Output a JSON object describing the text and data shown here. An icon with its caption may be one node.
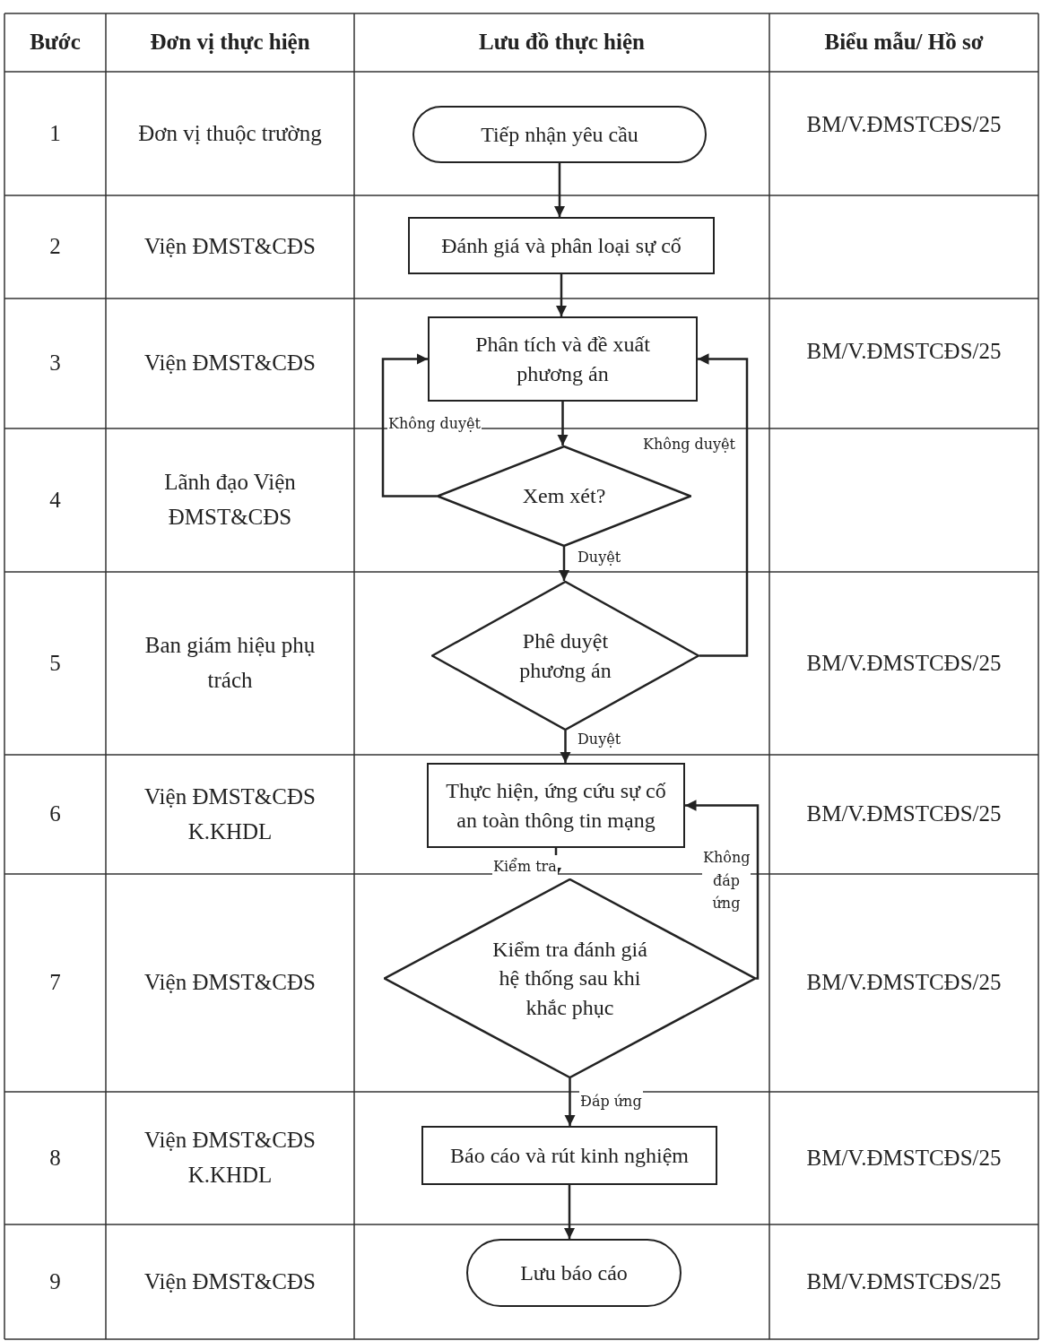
{
  "diagram": {
    "nodes": [
      {
        "text": [
          "Tiếp nhận yêu cầu"
        ]
      },
      {
        "text": [
          "Đánh giá và phân loại sự cố"
        ]
      },
      {
        "text": [
          "Phân tích và đề xuất phương án"
        ]
      },
      {
        "text": [
          "Xem xét?"
        ]
      },
      {
        "text": [
          "Phê duyệt phương án"
        ]
      },
      {
        "text": [
          "Thực hiện, ứng cứu sự cố an toàn thông tin mạng"
        ]
      },
      {
        "text": [
          "Kiểm tra đánh giá hệ thống sau khi khắc phục"
        ]
      },
      {
        "text": [
          "Báo cáo và rút kinh nghiệm"
        ]
      },
      {
        "text": [
          "Lưu báo cáo"
        ]
      }
    ],
    "edges": [
      {
        "from": 0,
        "to": 1,
        "arrow": "to"
      },
      {
        "from": 1,
        "to": 2,
        "arrow": "to"
      },
      {
        "from": 2,
        "to": 3,
        "arrow": "to"
      },
      {
        "from": 3,
        "to": 2,
        "arrow": "to",
        "label": "Không duyệt"
      },
      {
        "from": 3,
        "to": 4,
        "arrow": "to",
        "label": "Duyệt"
      },
      {
        "from": 4,
        "to": 2,
        "arrow": "to",
        "label": "Không duyệt"
      },
      {
        "from": 4,
        "to": 5,
        "arrow": "to",
        "label": "Duyệt"
      },
      {
        "from": 5,
        "to": 6,
        "arrow": "to",
        "label": "Kiểm tra"
      },
      {
        "from": 6,
        "to": 5,
        "arrow": "to",
        "label": "Không đáp ứng"
      },
      {
        "from": 6,
        "to": 7,
        "arrow": "to",
        "label": "Đáp ứng"
      },
      {
        "from": 7,
        "to": 8,
        "arrow": "to"
      }
    ],
    "labels": [
      "Bước",
      "Đơn vị thực hiện",
      "Lưu đồ thực hiện",
      "Biểu mẫu/ Hồ sơ",
      "1",
      "Đơn vị thuộc trường",
      "BM/V.ĐMSTCĐS/25",
      "2",
      "Viện ĐMST&CĐS",
      "3",
      "Viện ĐMST&CĐS",
      "BM/V.ĐMSTCĐS/25",
      "4",
      "Lãnh đạo Viện ĐMST&CĐS",
      "5",
      "Ban giám hiệu phụ trách",
      "BM/V.ĐMSTCĐS/25",
      "6",
      "Viện ĐMST&CĐS K.KHDL",
      "BM/V.ĐMSTCĐS/25",
      "7",
      "Viện ĐMST&CĐS",
      "BM/V.ĐMSTCĐS/25",
      "8",
      "Viện ĐMST&CĐS K.KHDL",
      "BM/V.ĐMSTCĐS/25",
      "9",
      "Viện ĐMST&CĐS",
      "BM/V.ĐMSTCĐS/25"
    ]
  }
}
